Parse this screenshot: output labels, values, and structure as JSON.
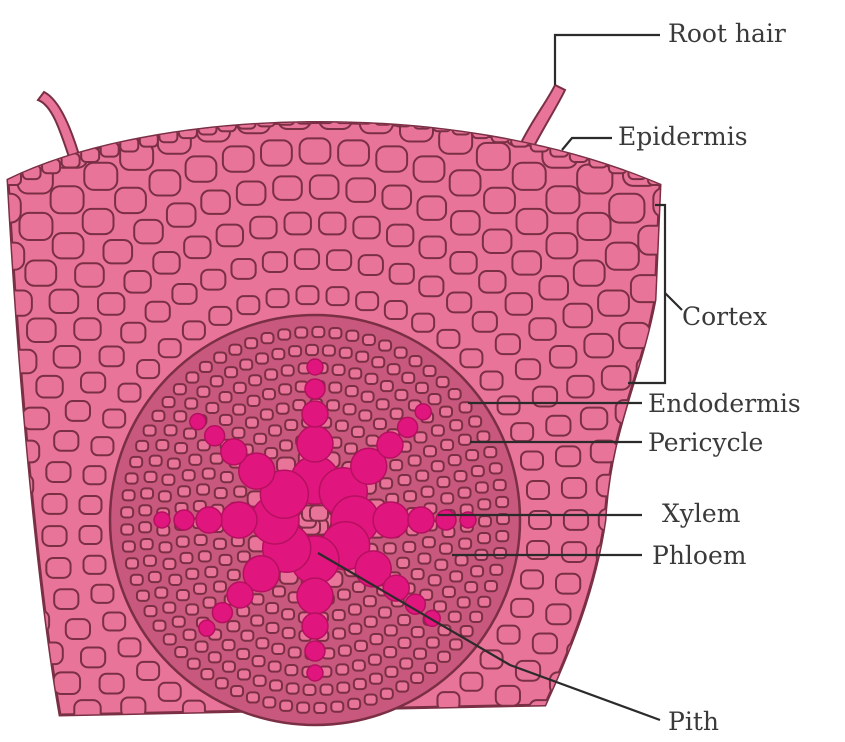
{
  "diagram": {
    "labels": {
      "root_hair": "Root hair",
      "epidermis": "Epidermis",
      "cortex": "Cortex",
      "endodermis": "Endodermis",
      "pericycle": "Pericycle",
      "xylem": "Xylem",
      "phloem": "Phloem",
      "pith": "Pith"
    },
    "colors": {
      "tissue": "#e8749a",
      "cell_wall": "#7a2f44",
      "xylem": "#e0157e",
      "stele": "#c9587f",
      "leader": "#2b2b2b",
      "text": "#3a3a3a"
    }
  }
}
